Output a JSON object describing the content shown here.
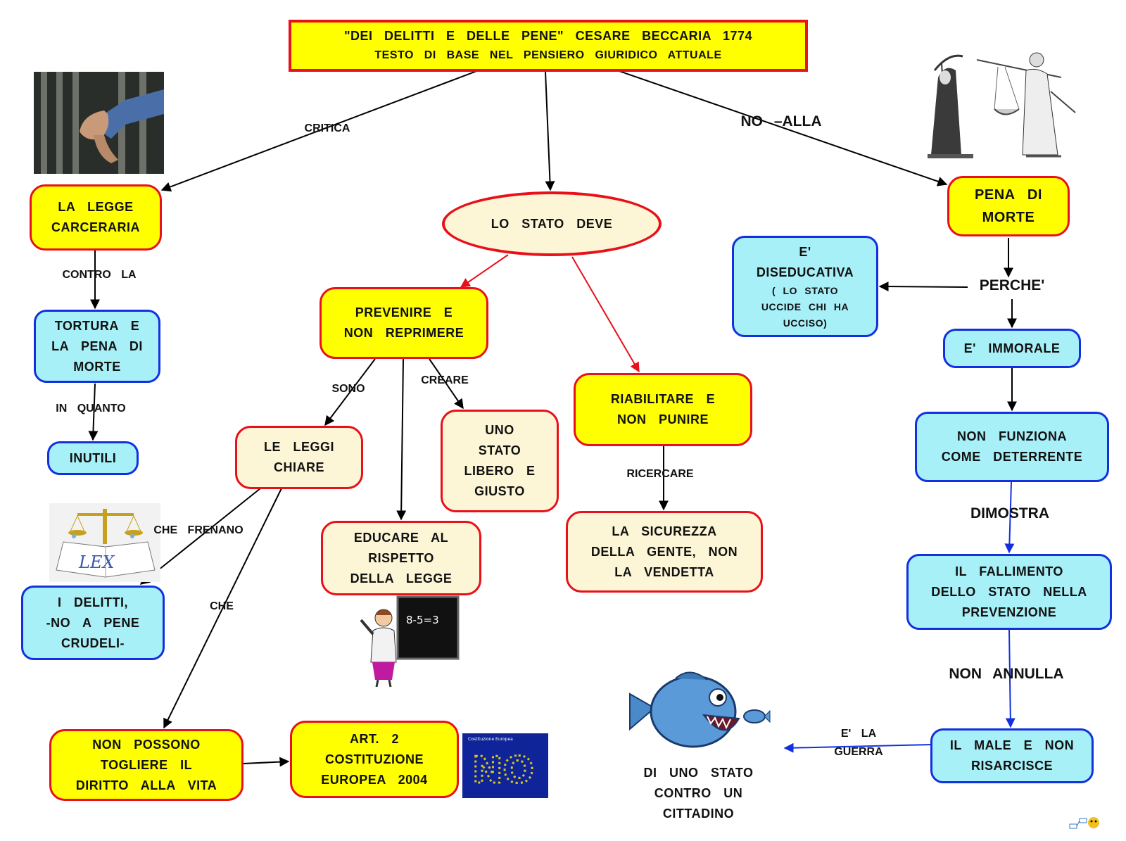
{
  "title": {
    "line1": "\"DEI   DELITTI   E   DELLE   PENE\"   CESARE   BECCARIA   1774",
    "line2": "TESTO   DI   BASE   NEL   PENSIERO   GIURIDICO   ATTUALE"
  },
  "nodes": {
    "legge_carceraria": "LA  LEGGE\nCARCERARIA",
    "tortura": "TORTURA   E\nLA  PENA  DI\nMORTE",
    "inutili": "INUTILI",
    "stato_deve": "LO   STATO   DEVE",
    "prevenire": "PREVENIRE   E\nNON   REPRIMERE",
    "riabilitare": "RIABILITARE   E\nNON   PUNIRE",
    "leggi_chiare": "LE  LEGGI\nCHIARE",
    "stato_libero": "UNO\nSTATO\nLIBERO   E\nGIUSTO",
    "educare": "EDUCARE   AL\nRISPETTO\nDELLA   LEGGE",
    "sicurezza": "LA   SICUREZZA\nDELLA   GENTE,   NON\nLA   VENDETTA",
    "delitti": "I  DELITTI,\n-NO  A  PENE\nCRUDELI-",
    "non_possono": "NON    POSSONO\nTOGLIERE   IL\nDIRITTO   ALLA   VITA",
    "art2": "ART.  2\nCOSTITUZIONE\nEUROPEA    2004",
    "pena_morte": "PENA   DI\nMORTE",
    "diseducativa_main": "E'\nDISEDUCATIVA",
    "diseducativa_note": "(  LO    STATO\nUCCIDE    CHI   HA\nUCCISO)",
    "immorale": "E'    IMMORALE",
    "non_funziona": "NON     FUNZIONA\nCOME     DETERRENTE",
    "fallimento": "IL    FALLIMENTO\nDELLO   STATO   NELLA\nPREVENZIONE",
    "male": "IL   MALE  E  NON\nRISARCISCE",
    "guerra_text": "DI   UNO    STATO\nCONTRO   UN\nCITTADINO"
  },
  "links": {
    "critica": "CRITICA",
    "no_alla": "NO –ALLA",
    "contro_la": "CONTRO     LA",
    "in_quanto": "IN    QUANTO",
    "sono": "SONO",
    "creare": "CREARE",
    "ricercare": "RICERCARE",
    "che_frenano": "CHE      FRENANO",
    "che": "CHE",
    "perche": "PERCHE'",
    "dimostra": "DIMOSTRA",
    "non_annulla": "NON    ANNULLA",
    "e_la_guerra": "E'  LA\nGUERRA"
  },
  "images": {
    "lex_label": "LEX",
    "blackboard_label": "8-5=3",
    "eu_label": "Costituzione Europea",
    "eu_no": "NO"
  },
  "colors": {
    "yellow": "#ffff00",
    "cream": "#fdf6d6",
    "cyan": "#a8f0f8",
    "red_border": "#e8101a",
    "blue_border": "#1230e0"
  }
}
